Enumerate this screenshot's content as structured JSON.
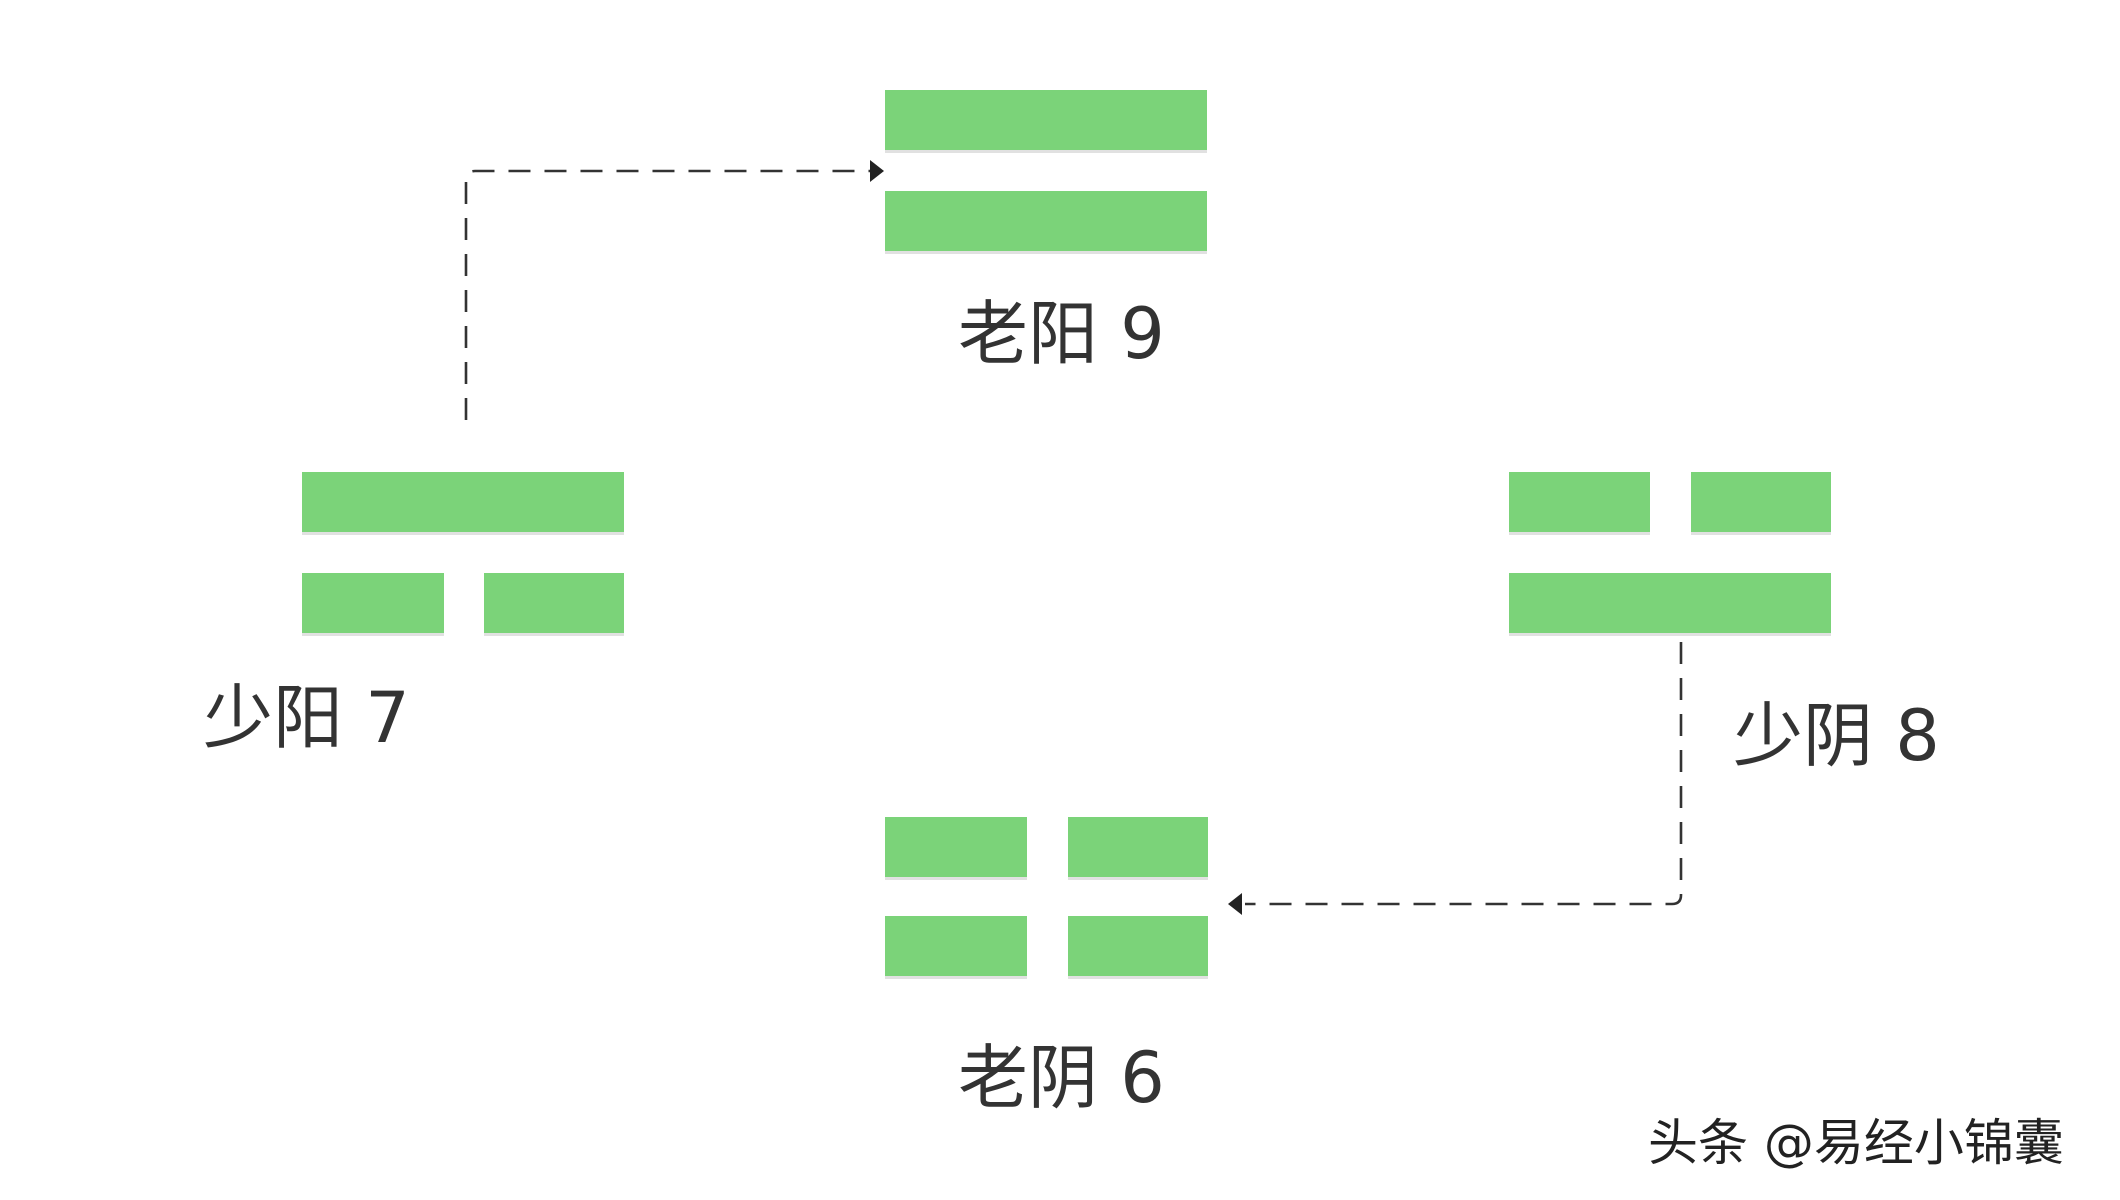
{
  "figures": [
    {
      "id": "old-yang",
      "label": "老阳 9",
      "lines": [
        "solid",
        "solid"
      ]
    },
    {
      "id": "young-yang",
      "label": "少阳 7",
      "lines": [
        "solid",
        "broken"
      ]
    },
    {
      "id": "young-yin",
      "label": "少阴 8",
      "lines": [
        "broken",
        "solid"
      ]
    },
    {
      "id": "old-yin",
      "label": "老阴 6",
      "lines": [
        "broken",
        "broken"
      ]
    }
  ],
  "connections": [
    {
      "from": "young-yang",
      "to": "old-yang"
    },
    {
      "from": "young-yin",
      "to": "old-yin"
    }
  ],
  "watermark": "头条 @易经小锦囊",
  "colors": {
    "line": "#7bd379",
    "connector": "#333333",
    "label": "#333333"
  }
}
